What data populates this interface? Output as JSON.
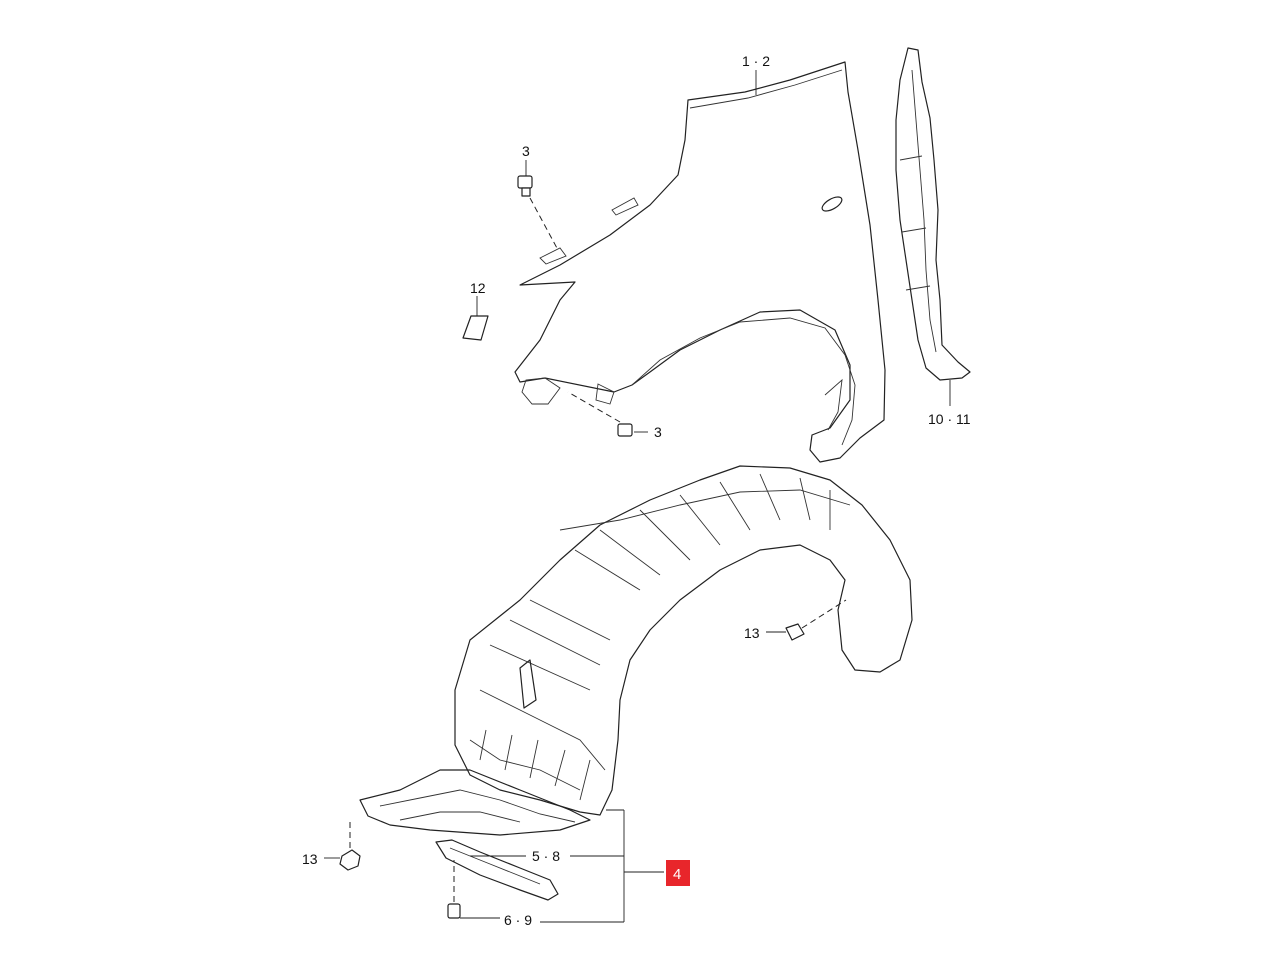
{
  "labels": {
    "fender": "1 · 2",
    "fender_bolt_top": "3",
    "fender_bolt_bottom": "3",
    "plug": "12",
    "fender_seal": "10 · 11",
    "liner_clip_right": "13",
    "liner_clip_left": "13",
    "splash_guard": "5 · 8",
    "splash_clip": "6 · 9",
    "assembly": "4"
  },
  "colors": {
    "highlight": "#e8262b",
    "line": "#222222"
  }
}
